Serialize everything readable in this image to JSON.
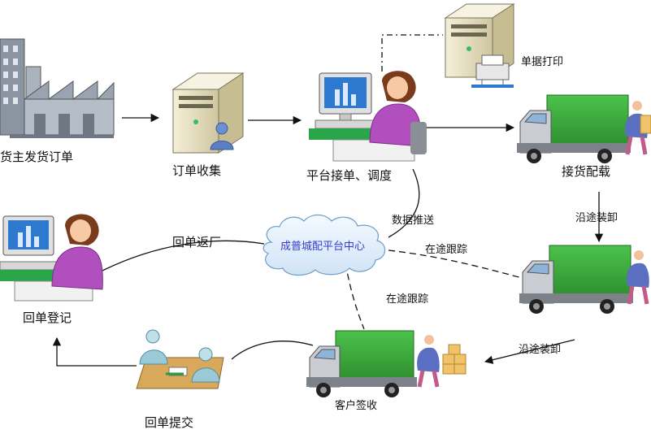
{
  "nodes": {
    "shipper_order": "货主发货订单",
    "order_collect": "订单收集",
    "platform_dispatch": "平台接单、调度",
    "print_docs": "单据打印",
    "pickup_load": "接货配载",
    "customer_sign": "客户签收",
    "receipt_submit": "回单提交",
    "receipt_register": "回单登记"
  },
  "center": "成普城配平台中心",
  "edges": {
    "data_push": "数据推送",
    "receipt_return": "回单返厂",
    "track_upper": "在途跟踪",
    "track_lower": "在途跟踪",
    "unload_1": "沿途装卸",
    "unload_2": "沿途装卸"
  },
  "colors": {
    "truck_green": "#3fae3f",
    "cab_grey": "#c9ccd2",
    "person_purple": "#b14fbf",
    "server_beige": "#e9e2c4",
    "cloud_blue": "#aaccee",
    "center_text": "#3a3ad0"
  }
}
